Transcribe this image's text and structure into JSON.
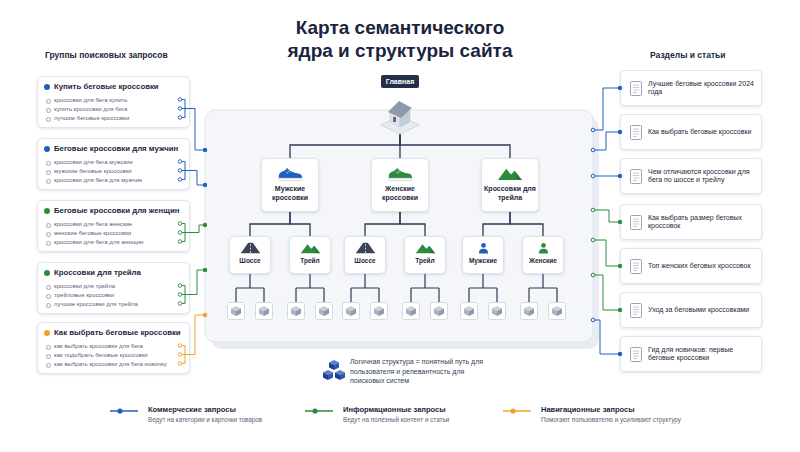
{
  "diagram": {
    "title": "Карта семантического ядра и структуры сайта",
    "nodes": [
      {
        "text": [
          "Купить беговые кроссовки",
          "кроссовки для бега купить",
          "купить кроссовки для бега",
          "лучшие беговые кроссовки"
        ]
      },
      {
        "text": [
          "Беговые кроссовки для мужчин",
          "кроссовки для бега мужские",
          "мужские беговые кроссовки",
          "кроссовки для бега для мужчин"
        ]
      },
      {
        "text": [
          "Беговые кроссовки для женщин",
          "кроссовки для бега женские",
          "женские беговые кроссовки",
          "кроссовки для бега для женщин"
        ]
      },
      {
        "text": [
          "Кроссовки для трейла",
          "кроссовки для трейла",
          "трейловые кроссовки",
          "лучшие кроссовки для трейла"
        ]
      },
      {
        "text": [
          "Как выбрать беговые кроссовки",
          "как выбрать кроссовки для бега",
          "как подобрать беговые кроссовки",
          "как выбрать кроссовки для бега новичку"
        ]
      },
      {
        "text": [
          "Главная"
        ]
      },
      {
        "text": [
          "Мужские кроссовки"
        ]
      },
      {
        "text": [
          "Женские кроссовки"
        ]
      },
      {
        "text": [
          "Кроссовки для трейла"
        ]
      },
      {
        "text": [
          "Шоссе"
        ]
      },
      {
        "text": [
          "Трейл"
        ]
      },
      {
        "text": [
          "Шоссе"
        ]
      },
      {
        "text": [
          "Трейл"
        ]
      },
      {
        "text": [
          "Мужские"
        ]
      },
      {
        "text": [
          "Женские"
        ]
      },
      {
        "text": [
          "Лучшие беговые кроссовки 2024 года"
        ]
      },
      {
        "text": [
          "Как выбрать беговые кроссовки"
        ]
      },
      {
        "text": [
          "Чем отличаются кроссовки для бега по шоссе и трейлу"
        ]
      },
      {
        "text": [
          "Как выбрать размер беговых кроссовок"
        ]
      },
      {
        "text": [
          "Топ женских беговых кроссовок"
        ]
      },
      {
        "text": [
          "Уход за беговыми кроссовками"
        ]
      },
      {
        "text": [
          "Гид для новичков: первые беговые кроссовки"
        ]
      }
    ],
    "edges": [
      {
        "from": 5,
        "to": 6,
        "arrow": "none"
      },
      {
        "from": 5,
        "to": 7,
        "arrow": "none"
      },
      {
        "from": 5,
        "to": 8,
        "arrow": "none"
      },
      {
        "from": 6,
        "to": 9,
        "arrow": "none"
      },
      {
        "from": 6,
        "to": 10,
        "arrow": "none"
      },
      {
        "from": 7,
        "to": 11,
        "arrow": "none"
      },
      {
        "from": 7,
        "to": 12,
        "arrow": "none"
      },
      {
        "from": 8,
        "to": 13,
        "arrow": "none"
      },
      {
        "from": 8,
        "to": 14,
        "arrow": "none"
      }
    ],
    "labels": [
      "Группы поисковых запросов",
      "Разделы и статьи",
      "Логичная структура = понятный путь для пользователя и релевантность для поисковых систем",
      "Ведут на категории и карточки товаров",
      "Ведут на полезный контент и статьи",
      "Помогают пользователю и усиливают структуру"
    ],
    "legend": [
      {
        "text": "Коммерческие запросы",
        "color": "#1f5fbf"
      },
      {
        "text": "Информационные запросы",
        "color": "#2e8b3e"
      },
      {
        "text": "Навигационные запросы",
        "color": "#f0a030"
      }
    ]
  }
}
